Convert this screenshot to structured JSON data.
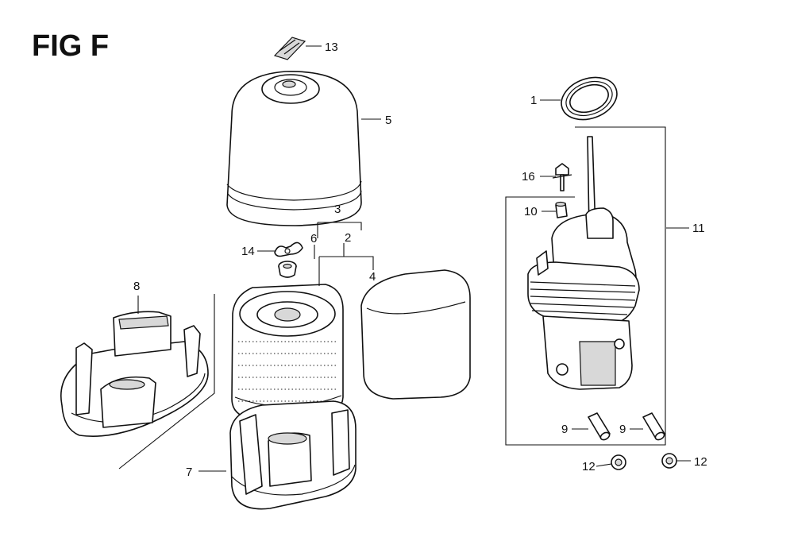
{
  "figure": {
    "title": "FIG F"
  },
  "callouts": {
    "c1": "1",
    "c2": "2",
    "c3": "3",
    "c4": "4",
    "c5": "5",
    "c6": "6",
    "c7": "7",
    "c8": "8",
    "c9a": "9",
    "c9b": "9",
    "c10": "10",
    "c11": "11",
    "c12a": "12",
    "c12b": "12",
    "c13": "13",
    "c14": "14",
    "c16": "16"
  }
}
